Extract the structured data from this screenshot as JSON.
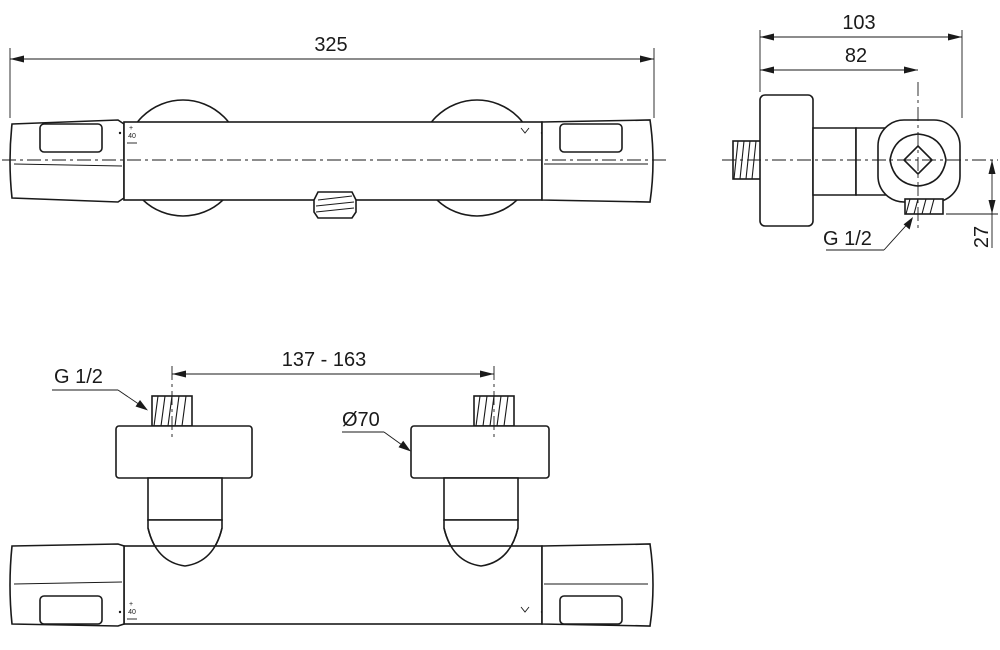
{
  "dimensions": {
    "overall_length": "325",
    "depth_total": "103",
    "depth_body": "82",
    "height_offset": "27",
    "centre_distance": "137 - 163",
    "flange_diameter": "Ø70"
  },
  "thread_labels": {
    "side_view": "G 1/2",
    "bottom_view": "G 1/2"
  },
  "temperature_scale": {
    "plus_symbol": "+",
    "value": "40",
    "minus_symbol": "−"
  }
}
